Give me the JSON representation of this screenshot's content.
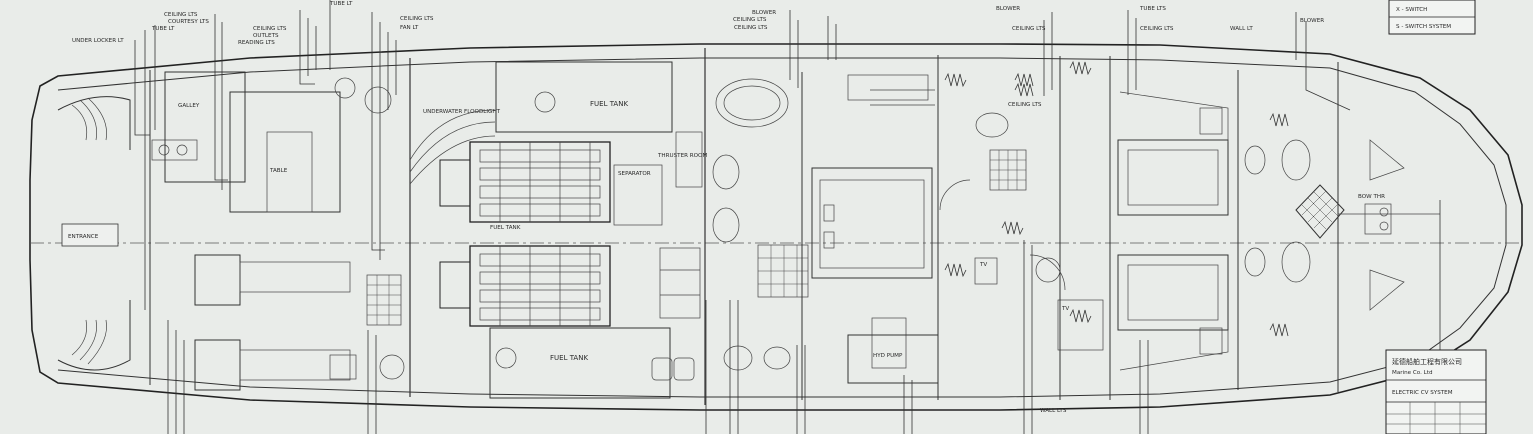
{
  "legend": {
    "switch": "X - SWITCH",
    "system": "S - SWITCH SYSTEM"
  },
  "rooms": {
    "entrance": "ENTRANCE",
    "galley": "GALLEY",
    "fuel_tank_top": "FUEL TANK",
    "fuel_tank_bottom": "FUEL TANK",
    "fuel_tank_mid": "FUEL TANK",
    "underwater_light": "UNDERWATER FLOODLIGHT",
    "separator": "SEPARATOR",
    "thruster": "THRUSTER ROOM",
    "hyd": "HYD PUMP",
    "bow_thr": "BOW THR",
    "tv": "TV"
  },
  "callouts": [
    "UNDER LOCKER LT",
    "CEILING LTS",
    "COURTESY LTS",
    "TUBE LT",
    "READING LTS",
    "CEILING LTS",
    "OUTLETS",
    "TUBE LT",
    "CEILING LTS",
    "FAN LT",
    "CEILING LTS",
    "BLOWER",
    "CEILING LTS",
    "BLOWER",
    "CEILING LTS",
    "CEILING LTS",
    "WALL LT",
    "CEILING LTS",
    "TUBE LTS",
    "WALL LTS",
    "BLOWER"
  ],
  "title_block": {
    "company_cn": "延德船舶工程有限公司",
    "company_en": "Marine Co. Ltd",
    "title": "ELECTRIC CV SYSTEM"
  }
}
